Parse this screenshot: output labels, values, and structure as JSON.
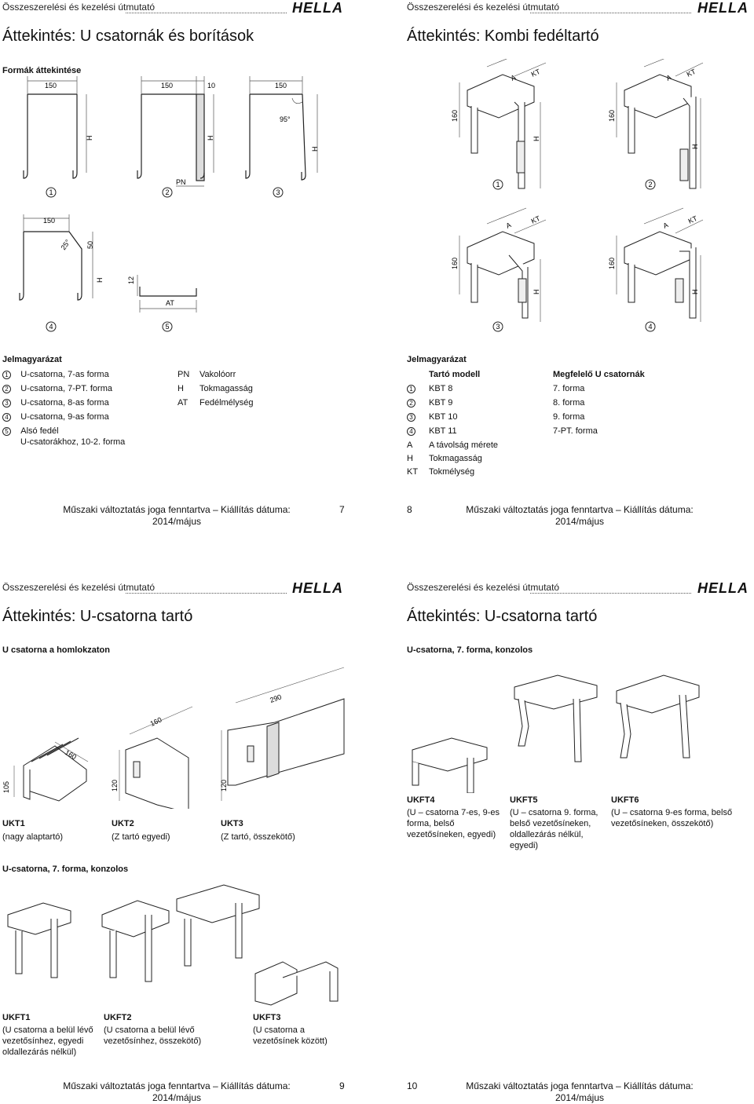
{
  "header_text": "Összeszerelési és kezelési útmutató",
  "logo_text": "HELLA",
  "pages": {
    "p7": {
      "title": "Áttekintés: U csatornák és borítások",
      "section": "Formák áttekintése",
      "dims": {
        "d150a": "150",
        "d150b": "150",
        "d10": "10",
        "d150c": "150",
        "d95": "95°",
        "h1": "H",
        "h2": "H",
        "h3": "H",
        "pn": "PN",
        "d150d": "150",
        "d25": "25°",
        "d50": "50",
        "h4": "H",
        "d12": "12",
        "at": "AT"
      },
      "nums": [
        "1",
        "2",
        "3",
        "4",
        "5"
      ],
      "legend_title": "Jelmagyarázat",
      "legend_left": [
        {
          "n": "1",
          "t": "U-csatorna, 7-as forma"
        },
        {
          "n": "2",
          "t": "U-csatorna, 7-PT. forma"
        },
        {
          "n": "3",
          "t": "U-csatorna, 8-as forma"
        },
        {
          "n": "4",
          "t": "U-csatorna, 9-as forma"
        },
        {
          "n": "5",
          "t": "Alsó fedél",
          "t2": "U-csatorákhoz, 10-2. forma"
        }
      ],
      "legend_right": [
        {
          "k": "PN",
          "t": "Vakolóorr"
        },
        {
          "k": "H",
          "t": "Tokmagasság"
        },
        {
          "k": "AT",
          "t": "Fedélmélység"
        }
      ],
      "footer_line1": "Műszaki változtatás joga fenntartva – Kiállítás dátuma:",
      "footer_line2": "2014/május",
      "page_number": "7"
    },
    "p8": {
      "title": "Áttekintés: Kombi fedéltartó",
      "labels": {
        "a": "A",
        "kt": "KT",
        "d160": "160",
        "h": "H"
      },
      "nums": [
        "1",
        "2",
        "3",
        "4"
      ],
      "legend_title": "Jelmagyarázat",
      "col1": "Tartó modell",
      "col2": "Megfelelő U csatornák",
      "rows": [
        {
          "n": "1",
          "m": "KBT 8",
          "u": "7. forma"
        },
        {
          "n": "2",
          "m": "KBT 9",
          "u": "8. forma"
        },
        {
          "n": "3",
          "m": "KBT 10",
          "u": "9. forma"
        },
        {
          "n": "4",
          "m": "KBT 11",
          "u": "7-PT. forma"
        }
      ],
      "extra": [
        {
          "k": "A",
          "t": "A távolság mérete"
        },
        {
          "k": "H",
          "t": "Tokmagasság"
        },
        {
          "k": "KT",
          "t": "Tokmélység"
        }
      ],
      "footer_line1": "Műszaki változtatás joga fenntartva – Kiállítás dátuma:",
      "footer_line2": "2014/május",
      "page_number": "8"
    },
    "p9": {
      "title": "Áttekintés: U-csatorna tartó",
      "section": "U csatorna a homlokzaton",
      "dims": {
        "d290": "290",
        "d160a": "160",
        "d160b": "160",
        "d105": "105",
        "d120a": "120",
        "d120b": "120"
      },
      "items": [
        {
          "name": "UKT1",
          "desc": "(nagy alaptartó)"
        },
        {
          "name": "UKT2",
          "desc": "(Z tartó egyedi)"
        },
        {
          "name": "UKT3",
          "desc": "(Z tartó, összekötő)"
        }
      ],
      "section2": "U-csatorna, 7. forma, konzolos",
      "items2": [
        {
          "name": "UKFT1",
          "l1": "(U csatorna a belül lévő",
          "l2": "vezetősínhez, egyedi",
          "l3": "oldallezárás nélkül)"
        },
        {
          "name": "UKFT2",
          "l1": "(U csatorna a belül lévő",
          "l2": "vezetősínhez, összekötő)"
        },
        {
          "name": "UKFT3",
          "l1": "(U csatorna a",
          "l2": "vezetősínek között)"
        }
      ],
      "footer_line1": "Műszaki változtatás joga fenntartva – Kiállítás dátuma:",
      "footer_line2": "2014/május",
      "page_number": "9"
    },
    "p10": {
      "title": "Áttekintés: U-csatorna tartó",
      "section": "U-csatorna, 7. forma, konzolos",
      "items": [
        {
          "name": "UKFT4",
          "l1": "(U – csatorna 7-es, 9-es",
          "l2": "forma, belső",
          "l3": "vezetősíneken, egyedi)"
        },
        {
          "name": "UKFT5",
          "l1": "(U – csatorna 9. forma,",
          "l2": "belső vezetősíneken,",
          "l3": "oldallezárás nélkül,",
          "l4": "egyedi)"
        },
        {
          "name": "UKFT6",
          "l1": "(U – csatorna 9-es forma, belső",
          "l2": "vezetősíneken, összekötő)"
        }
      ],
      "footer_line1": "Műszaki változtatás joga fenntartva – Kiállítás dátuma:",
      "footer_line2": "2014/május",
      "page_number": "10"
    }
  }
}
